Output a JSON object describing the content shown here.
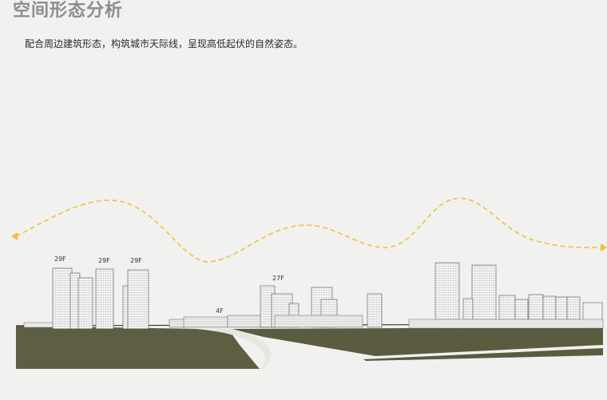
{
  "page": {
    "title": "空间形态分析",
    "subtitle": "配合周边建筑形态，构筑城市天际线，呈现高低起伏的自然姿态。"
  },
  "floor_labels": [
    "29F",
    "29F",
    "29F",
    "4F",
    "27F"
  ],
  "colors": {
    "skyline_curve": "#f2c037",
    "ground": "#5e5e43",
    "title": "#8d8d8d"
  }
}
